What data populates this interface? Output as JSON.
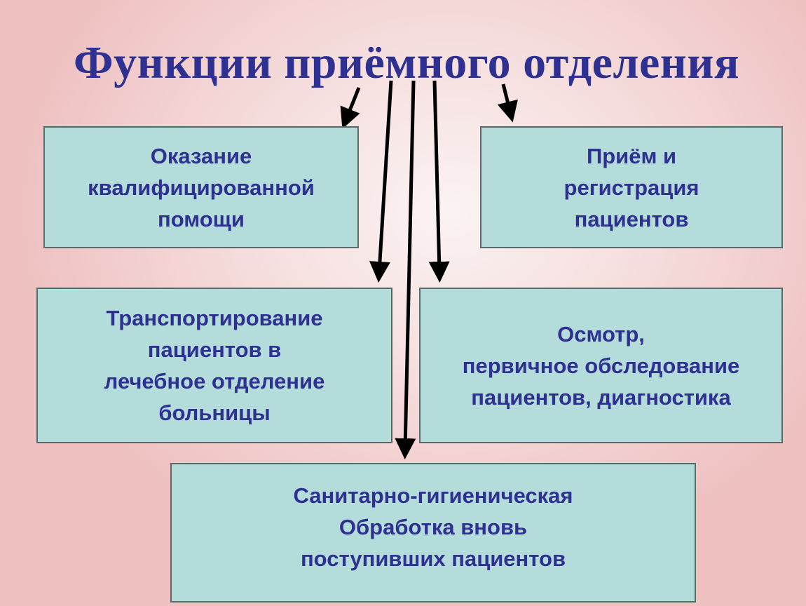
{
  "title": "Функции приёмного отделения",
  "boxes": [
    {
      "lines": [
        "Оказание",
        "квалифицированной",
        "помощи"
      ]
    },
    {
      "lines": [
        "Приём и",
        "регистрация",
        "пациентов"
      ]
    },
    {
      "lines": [
        "Транспортирование",
        "пациентов в",
        "лечебное отделение",
        "больницы"
      ]
    },
    {
      "lines": [
        "Осмотр,",
        "первичное обследование",
        "пациентов, диагностика"
      ]
    },
    {
      "lines": [
        "Санитарно-гигиеническая",
        "Обработка вновь",
        "поступивших пациентов"
      ]
    }
  ],
  "colors": {
    "text": "#2e3192",
    "box": "#b3dcda"
  }
}
